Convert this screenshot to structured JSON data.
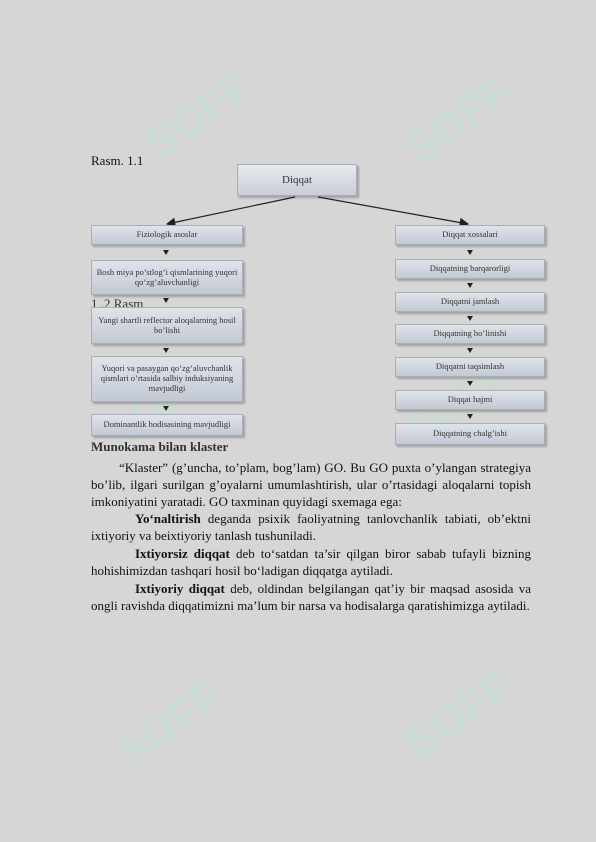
{
  "watermark": {
    "text": "SOFF"
  },
  "figure": {
    "caption": "Rasm. 1.1",
    "ghost_caption": "1 .2 Rasm",
    "ghost_heading": "Munokama bilan klaster",
    "root": "Diqqat",
    "left_column": [
      "Fiziologik asoslar",
      "Bosh miya po’stlog’i qismlarining yuqori qo’zg’aluvchanligi",
      "Yangi shartli reflector aloqalarning hosil bo’lishi",
      "Yuqori va pasaygan qo’zg’aluvchanlik qismlari o’rtasida salbiy induksiyaning mavjudligi",
      "Dominantlik hodisasining mavjudligi"
    ],
    "right_column": [
      "Diqqat xossalari",
      "Diqqatning barqarorligi",
      "Diqqatni jamlash",
      "Diqqatning bo’linishi",
      "Diqqatni taqsimlash",
      "Diqqat hajmi",
      "Diqqatning chalg’ishi"
    ]
  },
  "text": {
    "p1": "“Klaster” (g’uncha, to’plam, bog’lam) GO. Bu GO puxta o’ylangan strategiya bo’lib, ilgari surilgan g’oyalarni umumlashtirish, ular o’rtasidagi aloqalarni topish imkoniyatini yaratadi. GO taxminan quyidagi sxemaga ega:",
    "p2_term": "Yo‘naltirish",
    "p2_rest": " deganda psixik faoliyatning tanlovchanlik tabiati, ob’ektni ixtiyoriy va beixtiyoriy tanlash tushuniladi.",
    "p3_term": "Ixtiyorsiz diqqat",
    "p3_rest": " deb to‘satdan ta’sir qilgan biror sabab tufayli bizning hohishimizdan tashqari hosil bo‘ladigan diqqatga aytiladi.",
    "p4_term": "Ixtiyoriy diqqat",
    "p4_rest": " deb, oldindan belgilangan qat’iy  bir maqsad asosida va ongli ravishda diqqatimizni ma’lum bir narsa va hodisalarga qaratishimizga aytiladi."
  }
}
